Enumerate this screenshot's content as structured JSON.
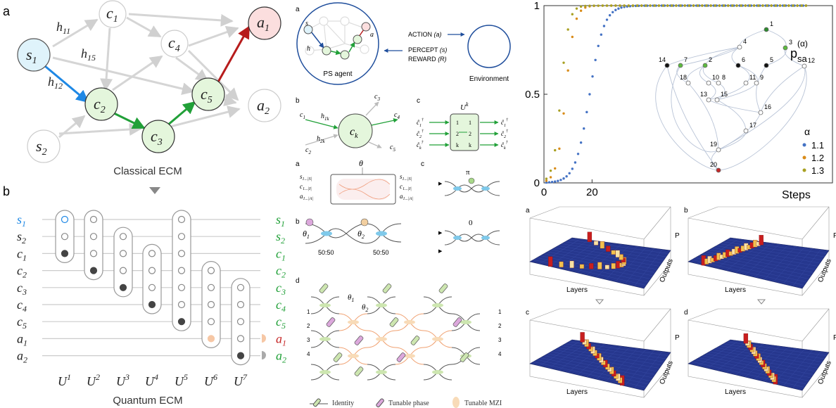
{
  "left": {
    "panel_a": "a",
    "panel_b": "b",
    "nodes": {
      "s1": "s",
      "s2": "s",
      "c1": "c",
      "c2": "c",
      "c3": "c",
      "c4": "c",
      "c5": "c",
      "a1": "a",
      "a2": "a"
    },
    "node_subs": {
      "s1": "1",
      "s2": "2",
      "c1": "1",
      "c2": "2",
      "c3": "3",
      "c4": "4",
      "c5": "5",
      "a1": "1",
      "a2": "2"
    },
    "edge_labels": {
      "h11": "11",
      "h15": "15",
      "h12": "12"
    },
    "h": "h",
    "classical_title": "Classical ECM",
    "quantum_title": "Quantum ECM",
    "wires": [
      "s1",
      "s2",
      "c1",
      "c2",
      "c3",
      "c4",
      "c5",
      "a1",
      "a2"
    ],
    "wire_letters": [
      "s",
      "s",
      "c",
      "c",
      "c",
      "c",
      "c",
      "a",
      "a"
    ],
    "wire_subs": [
      "1",
      "2",
      "1",
      "2",
      "3",
      "4",
      "5",
      "1",
      "2"
    ],
    "unitaries": [
      "U",
      "U",
      "U",
      "U",
      "U",
      "U",
      "U"
    ],
    "unitary_sups": [
      "1",
      "2",
      "3",
      "4",
      "5",
      "6",
      "7"
    ],
    "colors": {
      "blue": "#1e88e5",
      "green": "#21a038",
      "red": "#c62828",
      "node_s": "#dff3fb",
      "node_c": "#e4f6dc",
      "node_a": "#fbdede"
    }
  },
  "middle": {
    "a1": "a",
    "b1": "b",
    "c1": "c",
    "a2": "a",
    "c2": "c",
    "b2": "b",
    "d": "d",
    "ps_agent": "PS agent",
    "environment": "Environment",
    "action": "ACTION",
    "action_sym": "(a)",
    "percept": "PERCEPT",
    "percept_sym": "(s)",
    "reward": "REWARD",
    "reward_sym": "(R)",
    "s": "s",
    "h": "h",
    "a": "a",
    "ck": "c",
    "ck_sub": "k",
    "c1_sub": "1",
    "c2_sub": "2",
    "c3": "c",
    "c3_sub": "3",
    "c4": "c",
    "c4_sub": "4",
    "c5": "c",
    "c5_sub": "5",
    "h1k": "h",
    "h1k_sub": "1k",
    "h2k": "h",
    "h2k_sub": "2k",
    "Uk": "U",
    "Uk_sup": "k",
    "uk_in": [
      "1",
      "2",
      "k"
    ],
    "uk_out": [
      "1",
      "2",
      "k"
    ],
    "cd": [
      "ĉ",
      "ĉ",
      "ĉ"
    ],
    "cd_sub": [
      "1",
      "2",
      "k"
    ],
    "dagger": "†",
    "theta_vec": "θ",
    "row_labels_l": [
      "s",
      "c",
      "a"
    ],
    "row_subs_l": [
      "1...|S|",
      "1...|I|",
      "1...|A|"
    ],
    "pi": "π",
    "zero": "0",
    "theta1": "θ",
    "theta2": "θ",
    "sub1": "1",
    "sub2": "2",
    "bs": [
      "50:50",
      "50:50"
    ],
    "mesh_rows": [
      "1",
      "2",
      "3",
      "4"
    ],
    "mesh_rows_r": [
      "1",
      "2",
      "3",
      "4"
    ],
    "legend": [
      "Identity",
      "Tunable phase",
      "Tunable MZI"
    ]
  },
  "right": {
    "chart_data": {
      "type": "scatter",
      "title": "",
      "xlabel": "Steps",
      "ylabel": "p",
      "ylabel_sub": "sa",
      "ylabel_sup": "(α)",
      "xlim": [
        0,
        120
      ],
      "ylim": [
        0,
        1
      ],
      "xticks": [
        0,
        20
      ],
      "yticks": [
        0,
        0.5,
        1
      ],
      "ytick_labels": [
        "0",
        "0.5",
        "1"
      ],
      "legend_title": "α",
      "series": [
        {
          "name": "1.1",
          "color": "#4472c4",
          "x0": 19,
          "k": 0.34
        },
        {
          "name": "1.2",
          "color": "#d98c1a",
          "x0": 9,
          "k": 0.55
        },
        {
          "name": "1.3",
          "color": "#a8a022",
          "x0": 7,
          "k": 0.62
        }
      ]
    },
    "graph_nodes": [
      "1",
      "2",
      "3",
      "4",
      "5",
      "6",
      "7",
      "8",
      "9",
      "10",
      "11",
      "12",
      "13",
      "14",
      "15",
      "16",
      "17",
      "18",
      "19",
      "20"
    ],
    "a": "a",
    "b": "b",
    "c": "c",
    "d": "d",
    "layers": "Layers",
    "outputs": "Outputs",
    "P": "P"
  }
}
